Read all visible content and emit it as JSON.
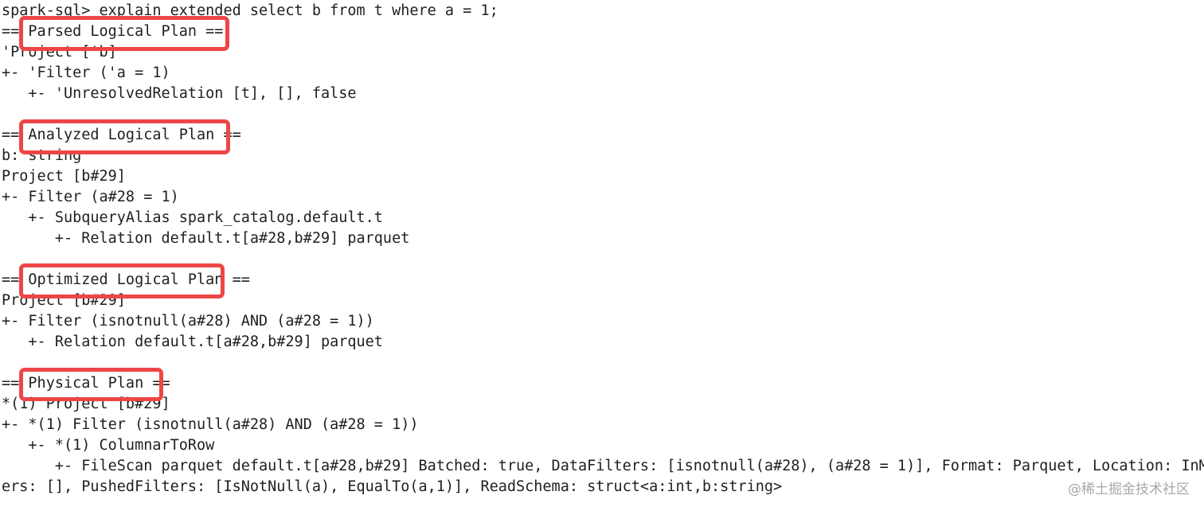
{
  "terminal": {
    "lines": [
      "spark-sql> explain extended select b from t where a = 1;",
      "== Parsed Logical Plan ==",
      "'Project ['b]",
      "+- 'Filter ('a = 1)",
      "   +- 'UnresolvedRelation [t], [], false",
      "",
      "== Analyzed Logical Plan ==",
      "b: string",
      "Project [b#29]",
      "+- Filter (a#28 = 1)",
      "   +- SubqueryAlias spark_catalog.default.t",
      "      +- Relation default.t[a#28,b#29] parquet",
      "",
      "== Optimized Logical Plan ==",
      "Project [b#29]",
      "+- Filter (isnotnull(a#28) AND (a#28 = 1))",
      "   +- Relation default.t[a#28,b#29] parquet",
      "",
      "== Physical Plan ==",
      "*(1) Project [b#29]",
      "+- *(1) Filter (isnotnull(a#28) AND (a#28 = 1))",
      "   +- *(1) ColumnarToRow",
      "      +- FileScan parquet default.t[a#28,b#29] Batched: true, DataFilters: [isnotnull(a#28), (a#28 = 1)], Format: Parquet, Location: InMemory",
      "ers: [], PushedFilters: [IsNotNull(a), EqualTo(a,1)], ReadSchema: struct<a:int,b:string>"
    ],
    "highlight_color": "#ee4646",
    "text_color": "#1f1f1f"
  },
  "watermark": "@稀土掘金技术社区"
}
